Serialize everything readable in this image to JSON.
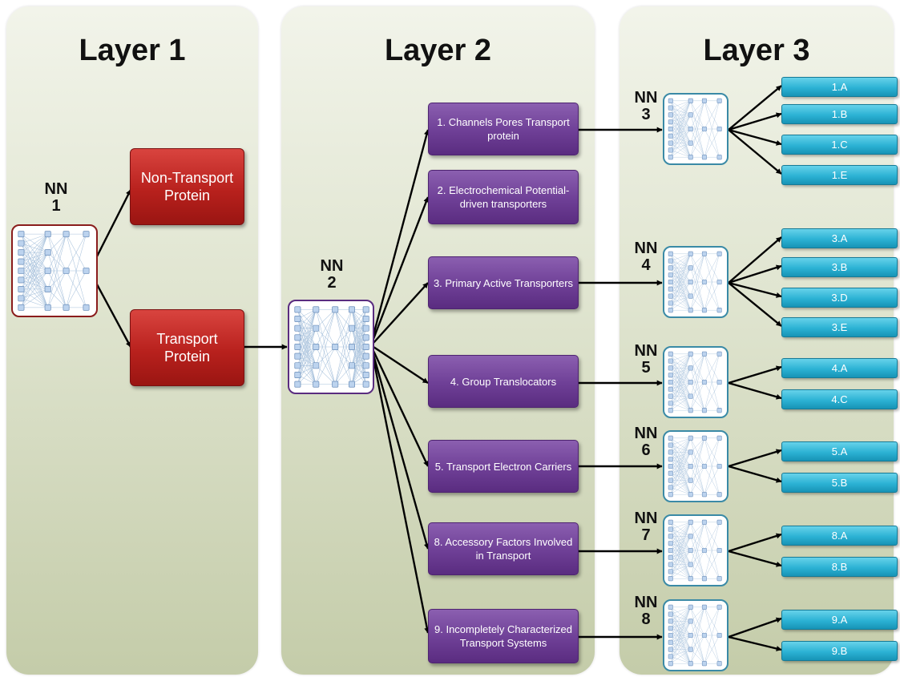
{
  "layers": {
    "layer1": {
      "title": "Layer 1"
    },
    "layer2": {
      "title": "Layer 2"
    },
    "layer3": {
      "title": "Layer 3"
    }
  },
  "networks": {
    "nn1": {
      "line1": "NN",
      "line2": "1"
    },
    "nn2": {
      "line1": "NN",
      "line2": "2"
    },
    "nn3": {
      "line1": "NN",
      "line2": "3"
    },
    "nn4": {
      "line1": "NN",
      "line2": "4"
    },
    "nn5": {
      "line1": "NN",
      "line2": "5"
    },
    "nn6": {
      "line1": "NN",
      "line2": "6"
    },
    "nn7": {
      "line1": "NN",
      "line2": "7"
    },
    "nn8": {
      "line1": "NN",
      "line2": "8"
    }
  },
  "layer1_outputs": {
    "non_transport": "Non-Transport Protein",
    "transport": "Transport Protein"
  },
  "layer2_classes": [
    {
      "label": "1. Channels Pores Transport protein"
    },
    {
      "label": "2. Electrochemical Potential-driven transporters"
    },
    {
      "label": "3. Primary Active Transporters"
    },
    {
      "label": "4. Group Translocators"
    },
    {
      "label": "5. Transport Electron Carriers"
    },
    {
      "label": "8. Accessory Factors Involved in Transport"
    },
    {
      "label": "9. Incompletely Characterized Transport Systems"
    }
  ],
  "layer3_subclasses": [
    {
      "label": "1.A"
    },
    {
      "label": "1.B"
    },
    {
      "label": "1.C"
    },
    {
      "label": "1.E"
    },
    {
      "label": "3.A"
    },
    {
      "label": "3.B"
    },
    {
      "label": "3.D"
    },
    {
      "label": "3.E"
    },
    {
      "label": "4.A"
    },
    {
      "label": "4.C"
    },
    {
      "label": "5.A"
    },
    {
      "label": "5.B"
    },
    {
      "label": "8.A"
    },
    {
      "label": "8.B"
    },
    {
      "label": "9.A"
    },
    {
      "label": "9.B"
    }
  ],
  "colors": {
    "red_box": "#b8211d",
    "purple_box": "#6e3f96",
    "cyan_box": "#2cb2d4",
    "panel": "#dfe4cf",
    "nn_border_layer1": "#8a1c1c",
    "nn_border_layer2": "#5a2c80",
    "nn_border_layer3": "#3a8aa6"
  }
}
